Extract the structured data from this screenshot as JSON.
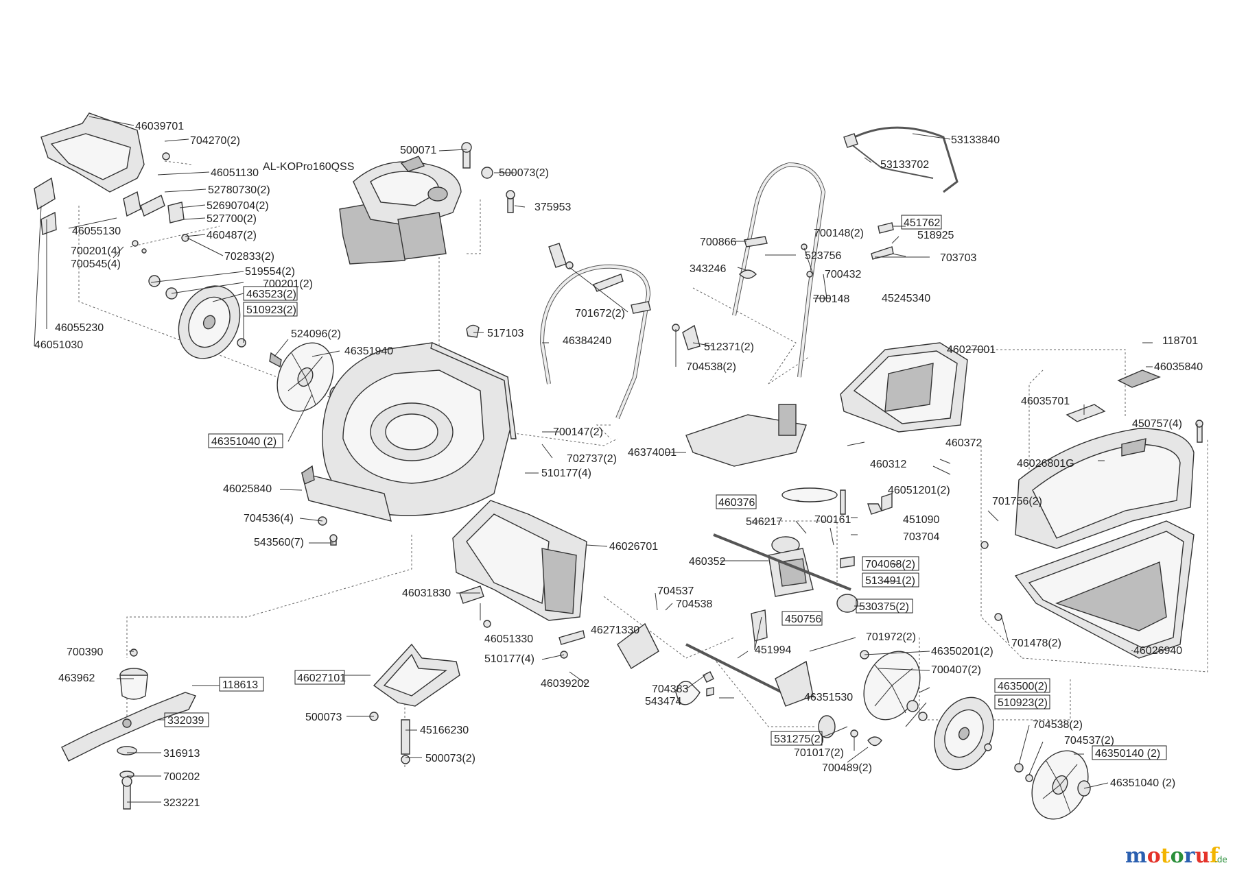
{
  "brand": {
    "logo_main": "motoruf",
    "logo_suffix": ".de",
    "logo_colors": [
      "#2a5fb0",
      "#e4332a",
      "#f2b400",
      "#2a8f3a"
    ]
  },
  "labels": {
    "l46039701": "46039701",
    "l704270": "704270(2)",
    "l46051130": "46051130",
    "l52780730": "52780730(2)",
    "l52690704": "52690704(2)",
    "l527700": "527700(2)",
    "l460487": "460487(2)",
    "l46055130": "46055130",
    "l700201a": "700201(4)",
    "l700545": "700545(4)",
    "l702833": "702833(2)",
    "l519554": "519554(2)",
    "l700201b": "700201(2)",
    "l463523": "463523(2)",
    "l510923a": "510923(2)",
    "l46055230": "46055230",
    "l46051030": "46051030",
    "l524096": "524096(2)",
    "l46351940": "46351940",
    "l46351040a": "46351040 (2)",
    "l500071": "500071",
    "lengine": "AL-KOPro160QSS",
    "l500073a": "500073(2)",
    "l375953": "375953",
    "l517103": "517103",
    "l700147": "700147(2)",
    "l702737": "702737(2)",
    "l510177a": "510177(4)",
    "l46025840": "46025840",
    "l704536": "704536(4)",
    "l543560": "543560(7)",
    "l46026701": "46026701",
    "l46031830": "46031830",
    "l46051330": "46051330",
    "l510177b": "510177(4)",
    "l46039202": "46039202",
    "l46027101": "46027101",
    "l500073b": "500073",
    "l45166230": "45166230",
    "l500073c": "500073(2)",
    "l700390": "700390",
    "l463962": "463962",
    "l118613": "118613",
    "l332039": "332039",
    "l316913": "316913",
    "l700202": "700202",
    "l323221": "323221",
    "l53133840": "53133840",
    "l53133702": "53133702",
    "l451762": "451762",
    "l518925": "518925",
    "l700148a": "700148(2)",
    "l700866": "700866",
    "l523756": "523756",
    "l703703": "703703",
    "l343246": "343246",
    "l700432": "700432",
    "l700148b": "700148",
    "l45245340": "45245340",
    "l701672": "701672(2)",
    "l46384240": "46384240",
    "l512371": "512371(2)",
    "l704538a": "704538(2)",
    "l46027001": "46027001",
    "l46374001": "46374001",
    "l460372": "460372",
    "l460312": "460312",
    "l46051201": "46051201(2)",
    "l460376": "460376",
    "l546217": "546217",
    "l700161": "700161",
    "l451090": "451090",
    "l703704": "703704",
    "l460352": "460352",
    "l704068": "704068(2)",
    "l513491": "513491(2)",
    "l530375": "530375(2)",
    "l704537a": "704537",
    "l704538b": "704538",
    "l450756": "450756",
    "l451994": "451994",
    "l46271330": "46271330",
    "l704383": "704383",
    "l543474": "543474",
    "l46351530": "46351530",
    "l701972": "701972(2)",
    "l46350201": "46350201(2)",
    "l700407": "700407(2)",
    "l463500": "463500(2)",
    "l510923b": "510923(2)",
    "l531275": "531275(2)",
    "l701017": "701017(2)",
    "l700489": "700489(2)",
    "l704538c": "704538(2)",
    "l704537b": "704537(2)",
    "l46350140": "46350140 (2)",
    "l46351040b": "46351040 (2)",
    "l118701": "118701",
    "l46035840": "46035840",
    "l46035701": "46035701",
    "l450757": "450757(4)",
    "l46026801G": "46026801G",
    "l701756": "701756(2)",
    "l701478": "701478(2)",
    "l46026940": "46026940"
  }
}
